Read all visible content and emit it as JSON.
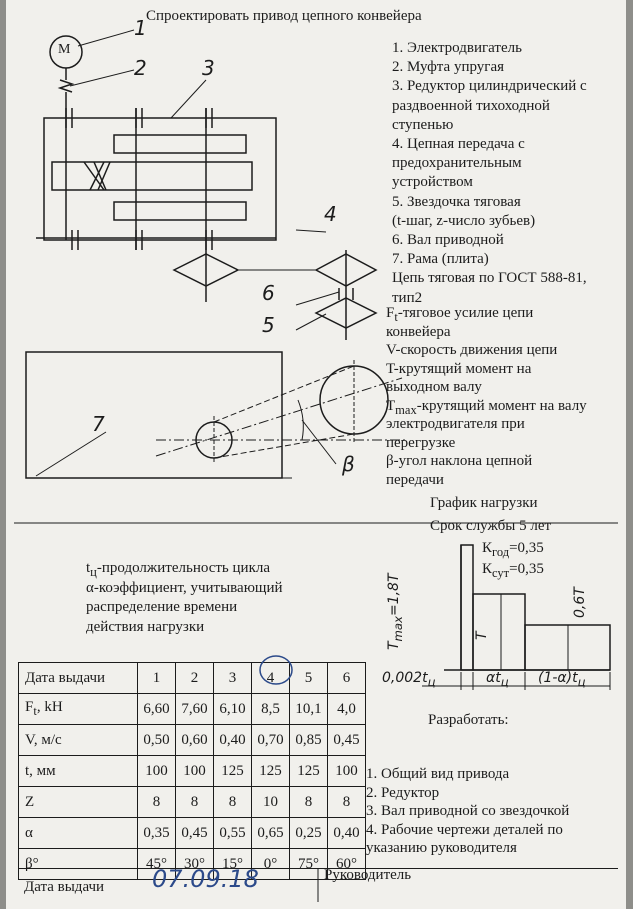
{
  "title": "Спроектировать привод цепного конвейера",
  "components": [
    "1. Электродвигатель",
    "2. Муфта упругая",
    "3. Редуктор цилиндрический с",
    "раздвоенной тихоходной",
    "ступенью",
    "4. Цепная передача с",
    "предохранительным",
    "устройством",
    "5. Звездочка тяговая",
    "(t-шаг, z-число зубьев)",
    "6. Вал приводной",
    "7. Рама (плита)",
    "Цепь тяговая по ГОСТ 588-81,",
    "тип2"
  ],
  "definitions": [
    "F<sub>t</sub>-тяговое усилие цепи",
    "конвейера",
    "V-скорость движения цепи",
    "T-крутящий момент на",
    "выходном валу",
    "T<sub>max</sub>-крутящий момент на валу",
    "электродвигателя при",
    "перегрузке",
    "β-угол наклона цепной",
    "передачи"
  ],
  "scheme": {
    "motor_label": "М",
    "callouts": [
      "1",
      "2",
      "3",
      "4",
      "6",
      "5",
      "7"
    ],
    "beta": "β"
  },
  "load": {
    "title": "График нагрузки",
    "service": "Срок службы 5 лет",
    "k_god": "К<sub>год</sub>=0,35",
    "k_sut": "К<sub>сут</sub>=0,35",
    "tmax": "T<sub>max</sub>=1,8T",
    "t_axis": "T",
    "t06": "0,6T",
    "seg1": "0,002t<sub>ц</sub>",
    "seg2": "αt<sub>ц</sub>",
    "seg3": "(1-α)t<sub>ц</sub>"
  },
  "notes": [
    "t<sub>ц</sub>-продолжительность цикла",
    "α-коэффициент, учитывающий",
    "распределение времени",
    "действия нагрузки"
  ],
  "table": {
    "header": "Дата выдачи",
    "variants": [
      "1",
      "2",
      "3",
      "4",
      "5",
      "6"
    ],
    "rows": [
      {
        "label": "F<sub>t</sub>, kH",
        "values": [
          "6,60",
          "7,60",
          "6,10",
          "8,5",
          "10,1",
          "4,0"
        ]
      },
      {
        "label": "V, м/с",
        "values": [
          "0,50",
          "0,60",
          "0,40",
          "0,70",
          "0,85",
          "0,45"
        ]
      },
      {
        "label": "t, мм",
        "values": [
          "100",
          "100",
          "125",
          "125",
          "125",
          "100"
        ]
      },
      {
        "label": "Z",
        "values": [
          "8",
          "8",
          "8",
          "10",
          "8",
          "8"
        ]
      },
      {
        "label": "α",
        "values": [
          "0,35",
          "0,45",
          "0,55",
          "0,65",
          "0,25",
          "0,40"
        ]
      },
      {
        "label": "β°",
        "values": [
          "45°",
          "30°",
          "15°",
          "0°",
          "75°",
          "60°"
        ]
      }
    ]
  },
  "develop": {
    "title": "Разработать:",
    "items": [
      "1. Общий вид привода",
      "2. Редуктор",
      "3. Вал приводной со звездочкой",
      "4. Рабочие чертежи деталей по",
      "указанию руководителя"
    ]
  },
  "footer": {
    "date_label": "Дата выдачи",
    "date_value": "07.09.18",
    "supervisor": "Руководитель"
  }
}
